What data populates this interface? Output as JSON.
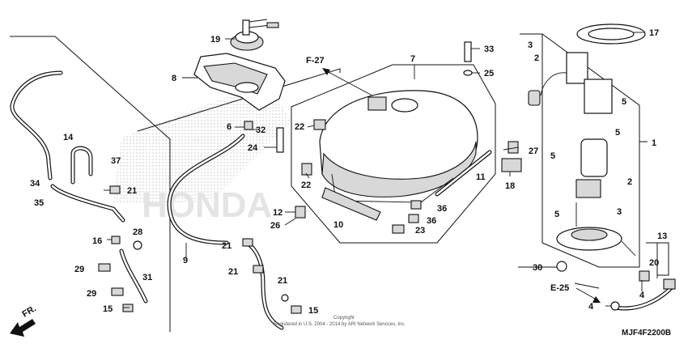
{
  "diagram": {
    "figure_code": "MJF4F2200B",
    "copyright_line1": "Copyright",
    "copyright_line2": "Registered in U.S. 2004 - 2014 by ARI Network Services, Inc.",
    "direction_label": "FR.",
    "watermark_text": "HONDA",
    "refs": {
      "f27": "F-27",
      "e25": "E-25"
    },
    "parts": {
      "p1": "1",
      "p2a": "2",
      "p2b": "2",
      "p3a": "3",
      "p3b": "3",
      "p4a": "4",
      "p4b": "4",
      "p5a": "5",
      "p5b": "5",
      "p5c": "5",
      "p5d": "5",
      "p6": "6",
      "p7": "7",
      "p8": "8",
      "p9": "9",
      "p10": "10",
      "p11": "11",
      "p12": "12",
      "p13": "13",
      "p14": "14",
      "p15a": "15",
      "p15b": "15",
      "p16": "16",
      "p17": "17",
      "p18": "18",
      "p19": "19",
      "p20": "20",
      "p21a": "21",
      "p21b": "21",
      "p21c": "21",
      "p21d": "21",
      "p22a": "22",
      "p22b": "22",
      "p23": "23",
      "p24": "24",
      "p25": "25",
      "p26": "26",
      "p27": "27",
      "p28": "28",
      "p29a": "29",
      "p29b": "29",
      "p30": "30",
      "p31": "31",
      "p32": "32",
      "p33": "33",
      "p34": "34",
      "p35": "35",
      "p36a": "36",
      "p36b": "36",
      "p37": "37"
    }
  }
}
